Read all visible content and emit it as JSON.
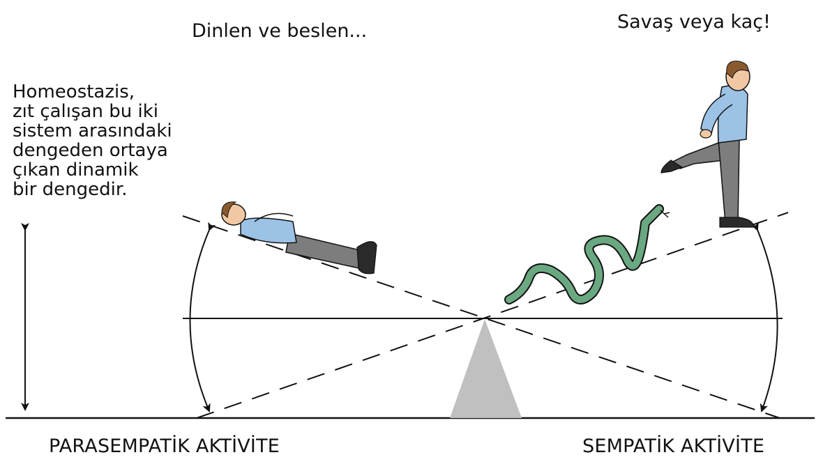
{
  "captions": {
    "rest": "Dinlen ve beslen...",
    "fight": "Savaş veya kaç!"
  },
  "homeostasis_text": {
    "lines": [
      "Homeostazis,",
      "zıt çalışan bu iki",
      "sistem arasındaki",
      "dengeden ortaya",
      "çıkan dinamik",
      "bir dengedir."
    ]
  },
  "labels": {
    "left": "PARASEMPATİK AKTİVİTE",
    "right": "SEMPATİK AKTİVİTE"
  },
  "colors": {
    "fulcrum": "#c0c0c0",
    "snake": "#6aa882",
    "shirt": "#9cc2e6",
    "pants": "#7d7d7d",
    "skin": "#f2c8a4",
    "hair": "#8a5a2e",
    "line": "#111111"
  },
  "icons": {
    "resting_figure": "person-lying-icon",
    "running_figure": "person-running-icon",
    "snake": "snake-icon",
    "fulcrum": "triangle-fulcrum-icon"
  }
}
